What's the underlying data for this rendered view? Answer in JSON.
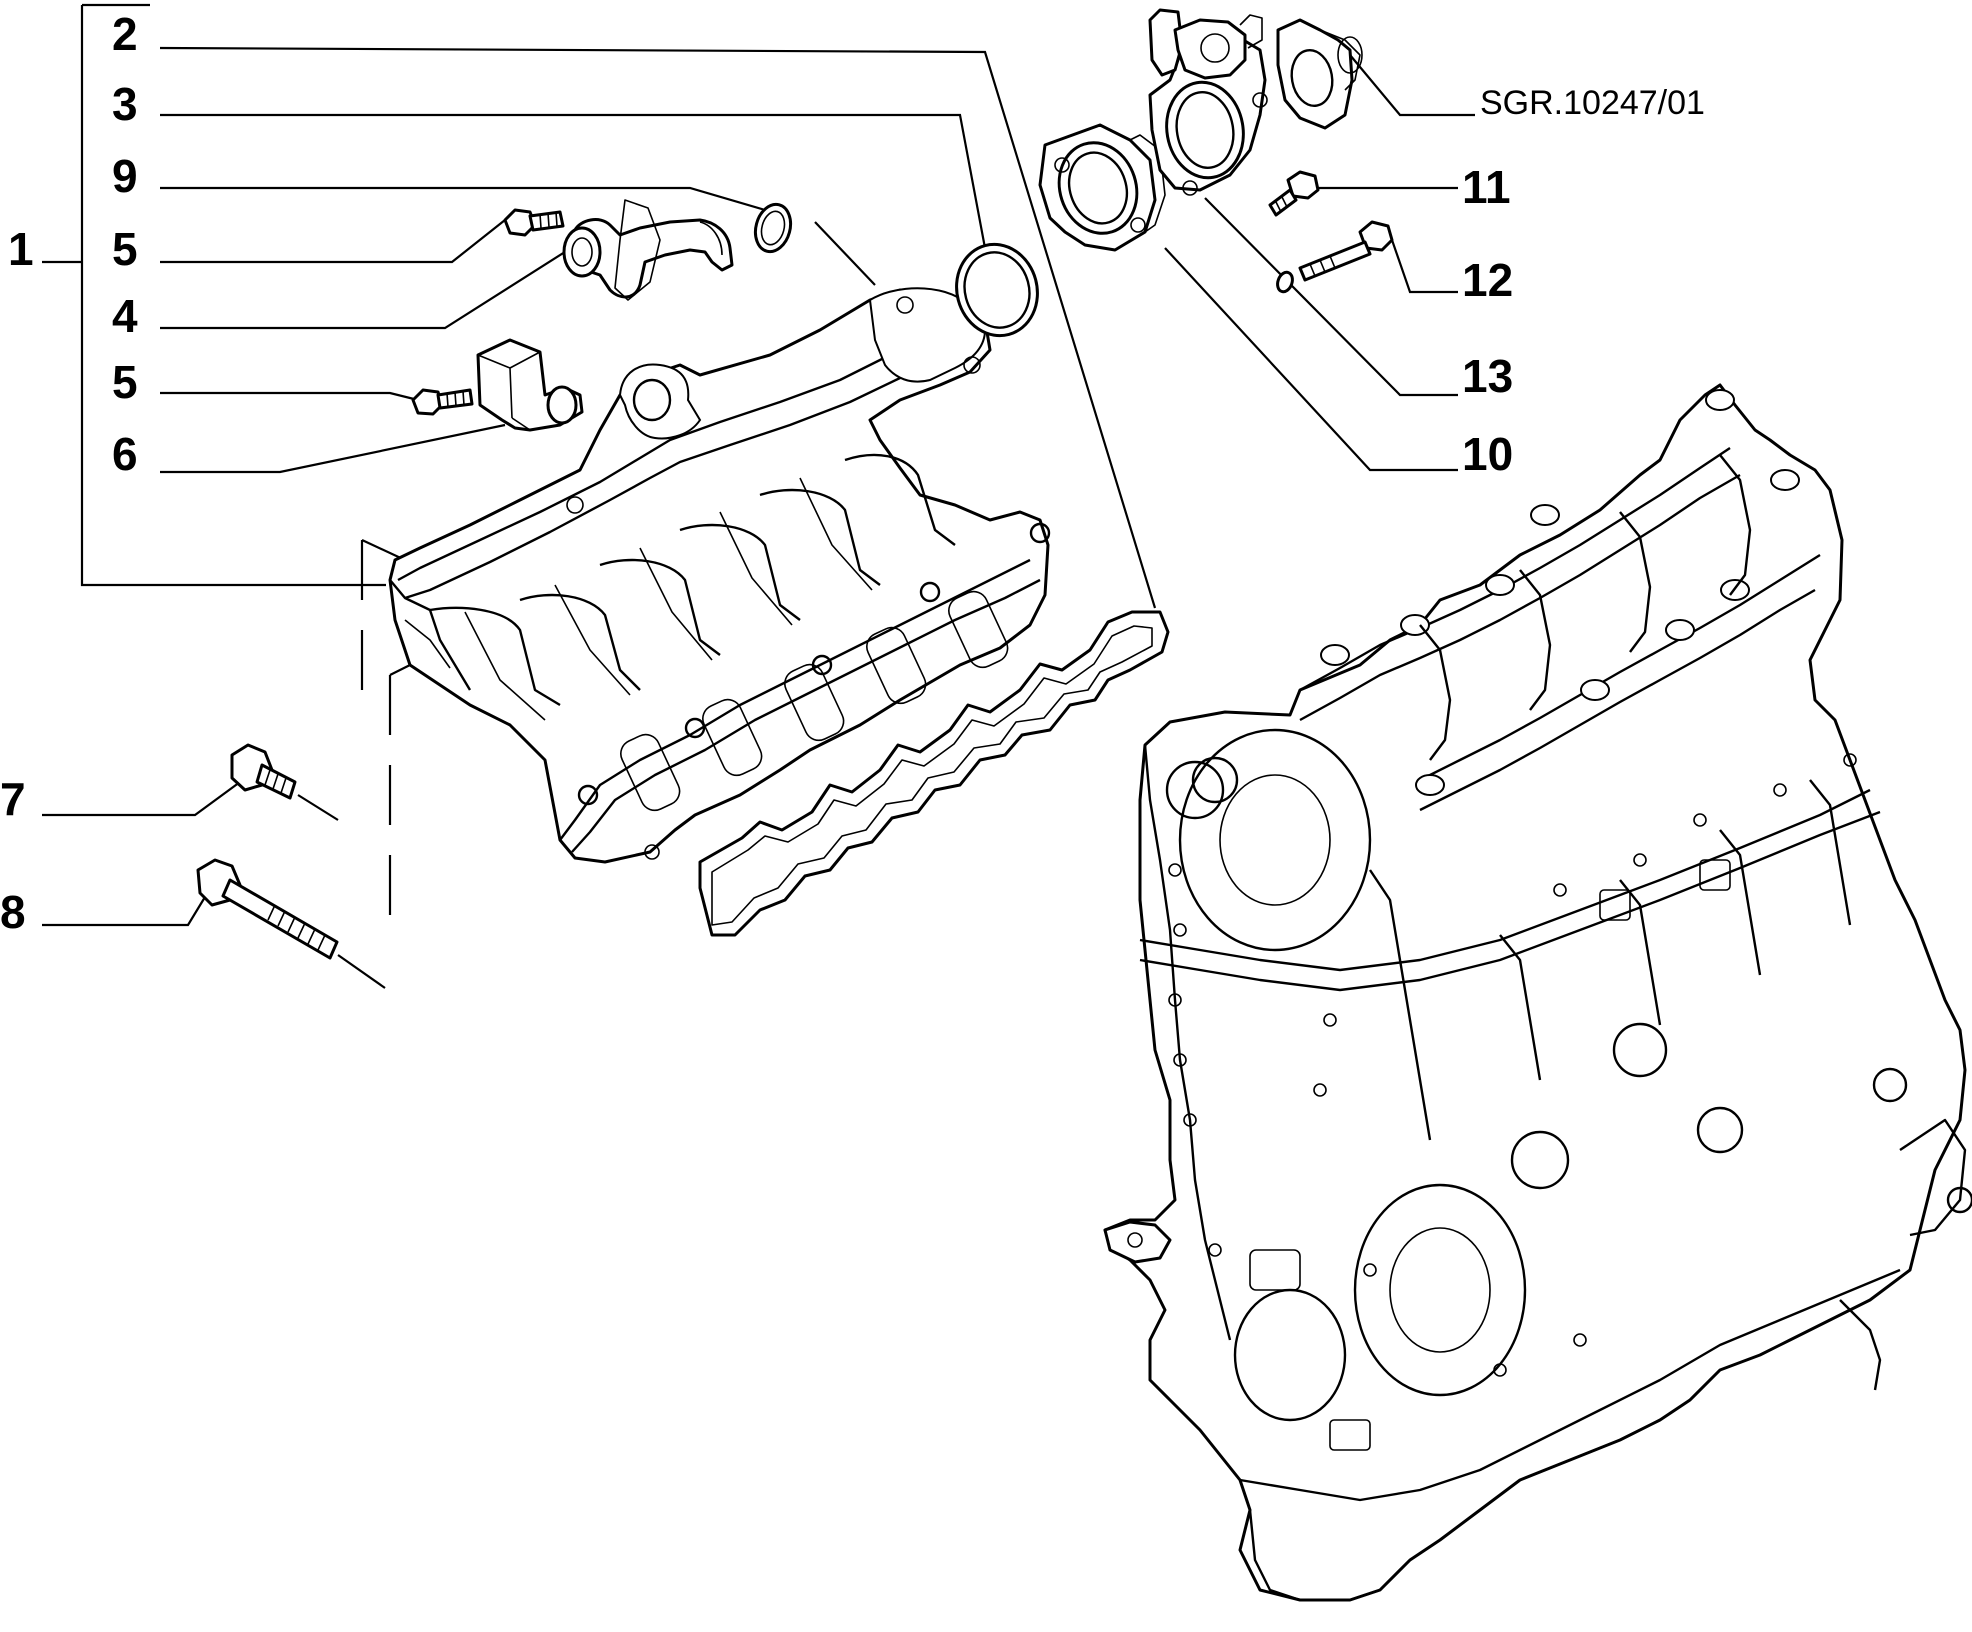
{
  "diagram": {
    "reference_code": "SGR.10247/01",
    "callouts": [
      {
        "id": "c1",
        "label": "1"
      },
      {
        "id": "c2",
        "label": "2"
      },
      {
        "id": "c3",
        "label": "3"
      },
      {
        "id": "c9",
        "label": "9"
      },
      {
        "id": "c5a",
        "label": "5"
      },
      {
        "id": "c4",
        "label": "4"
      },
      {
        "id": "c5b",
        "label": "5"
      },
      {
        "id": "c6",
        "label": "6"
      },
      {
        "id": "c7",
        "label": "7"
      },
      {
        "id": "c8",
        "label": "8"
      },
      {
        "id": "c11",
        "label": "11"
      },
      {
        "id": "c12",
        "label": "12"
      },
      {
        "id": "c13",
        "label": "13"
      },
      {
        "id": "c10",
        "label": "10"
      }
    ],
    "parts": [
      "intake-manifold",
      "manifold-gasket",
      "throttle-seal-ring",
      "o-ring",
      "pipe-fitting",
      "sensor",
      "flange-bolt-short",
      "flange-bolt-long",
      "throttle-adapter",
      "throttle-body",
      "throttle-bolt",
      "long-bolt",
      "washer",
      "engine-block"
    ]
  }
}
